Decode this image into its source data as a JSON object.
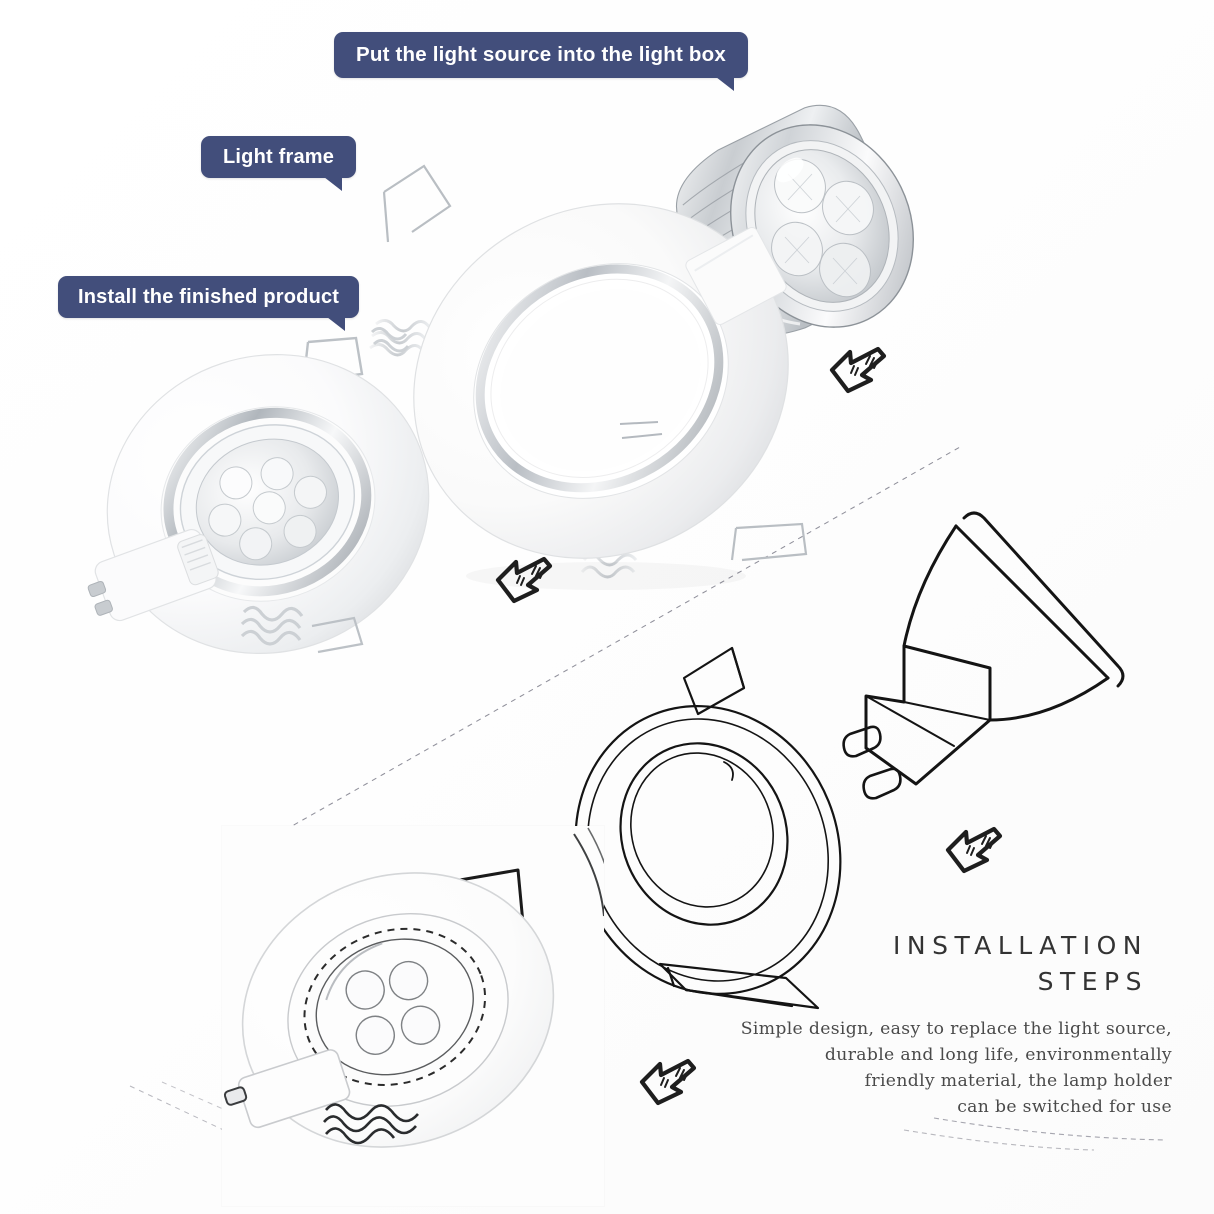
{
  "page": {
    "title": "LED Downlight Installation Steps",
    "background_color": "#ffffff",
    "accent_color": "#424e7b",
    "ink_color": "#1f1f1f",
    "body_text_color": "#4a4a4a"
  },
  "callouts": [
    {
      "id": "light-box",
      "label": "Put the light source into the light box",
      "badge_color": "#424e7b",
      "text_color": "#ffffff"
    },
    {
      "id": "light-frame",
      "label": "Light frame",
      "badge_color": "#424e7b",
      "text_color": "#ffffff"
    },
    {
      "id": "install-finished",
      "label": "Install the finished product",
      "badge_color": "#424e7b",
      "text_color": "#ffffff"
    }
  ],
  "arrows": [
    {
      "id": "arrow-bulb",
      "icon": "hand-drawn-arrow-down-left-icon"
    },
    {
      "id": "arrow-frame",
      "icon": "hand-drawn-arrow-down-left-icon"
    },
    {
      "id": "arrow-sketch-bulb",
      "icon": "hand-drawn-arrow-down-left-icon"
    },
    {
      "id": "arrow-sketch-ring",
      "icon": "hand-drawn-arrow-down-left-icon"
    }
  ],
  "photos": [
    {
      "id": "led-spotlight-bulb",
      "alt": "Silver MR16 GU10 LED spotlight bulb with finned aluminium heatsink and four LED chips"
    },
    {
      "id": "white-light-frame",
      "alt": "White round tiltable downlight trim ring with spring clips"
    },
    {
      "id": "assembled-downlight",
      "alt": "Assembled white recessed downlight with GU10 lamp holder fitted"
    }
  ],
  "sketches": [
    {
      "id": "sketch-frame-ring",
      "alt": "Line drawing of the round downlight trim ring with mounting clips"
    },
    {
      "id": "sketch-gu10-bulb",
      "alt": "Line drawing of a GU10 LED bulb showing the twist-lock pins"
    },
    {
      "id": "sketch-assembled",
      "alt": "Pencil sketch of the finished downlight assembly"
    }
  ],
  "headings": {
    "line1": "INSTALLATION",
    "line2": "STEPS"
  },
  "body_copy": {
    "line1": "Simple design, easy to replace the light source,",
    "line2": "durable and long life, environmentally",
    "line3": "friendly material, the lamp holder",
    "line4": "can be switched for use"
  }
}
